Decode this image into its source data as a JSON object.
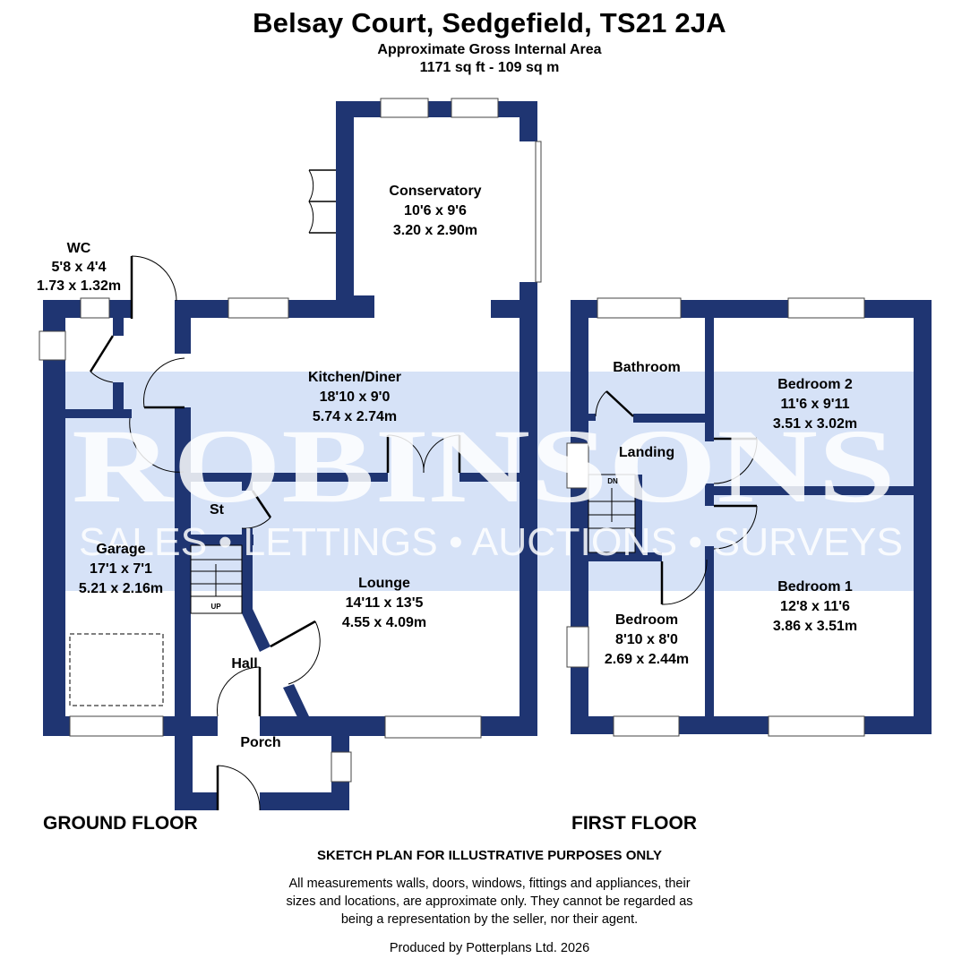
{
  "header": {
    "title": "Belsay Court, Sedgefield, TS21 2JA",
    "area_label": "Approximate Gross Internal Area",
    "area_value": "1171 sq ft - 109 sq m"
  },
  "watermark": {
    "brand": "ROBINSONS",
    "tagline": "SALES • LETTINGS • AUCTIONS • SURVEYS",
    "band_color": "#d6e2f7"
  },
  "colors": {
    "wall": "#1f3572",
    "background": "#ffffff"
  },
  "ground_floor": {
    "label": "GROUND FLOOR",
    "rooms": {
      "wc": {
        "name": "WC",
        "imperial": "5'8 x 4'4",
        "metric": "1.73 x 1.32m"
      },
      "conservatory": {
        "name": "Conservatory",
        "imperial": "10'6 x 9'6",
        "metric": "3.20 x 2.90m"
      },
      "kitchen": {
        "name": "Kitchen/Diner",
        "imperial": "18'10 x 9'0",
        "metric": "5.74 x 2.74m"
      },
      "garage": {
        "name": "Garage",
        "imperial": "17'1 x 7'1",
        "metric": "5.21 x 2.16m"
      },
      "store": {
        "name": "St"
      },
      "lounge": {
        "name": "Lounge",
        "imperial": "14'11 x 13'5",
        "metric": "4.55 x 4.09m"
      },
      "hall": {
        "name": "Hall"
      },
      "porch": {
        "name": "Porch"
      }
    },
    "stairs_label": "UP"
  },
  "first_floor": {
    "label": "FIRST FLOOR",
    "rooms": {
      "bathroom": {
        "name": "Bathroom"
      },
      "bedroom2": {
        "name": "Bedroom 2",
        "imperial": "11'6 x 9'11",
        "metric": "3.51 x 3.02m"
      },
      "landing": {
        "name": "Landing"
      },
      "bedroom3": {
        "name": "Bedroom",
        "imperial": "8'10 x 8'0",
        "metric": "2.69 x 2.44m"
      },
      "bedroom1": {
        "name": "Bedroom 1",
        "imperial": "12'8 x 11'6",
        "metric": "3.86 x 3.51m"
      }
    },
    "stairs_label": "DN"
  },
  "footer": {
    "sketch_notice": "SKETCH PLAN FOR ILLUSTRATIVE PURPOSES ONLY",
    "disclaimer_line1": "All measurements walls, doors, windows, fittings and appliances, their",
    "disclaimer_line2": "sizes and locations, are approximate only. They cannot be regarded as",
    "disclaimer_line3": "being a representation by the seller, nor their agent.",
    "produced_by": "Produced by Potterplans Ltd. 2026"
  }
}
